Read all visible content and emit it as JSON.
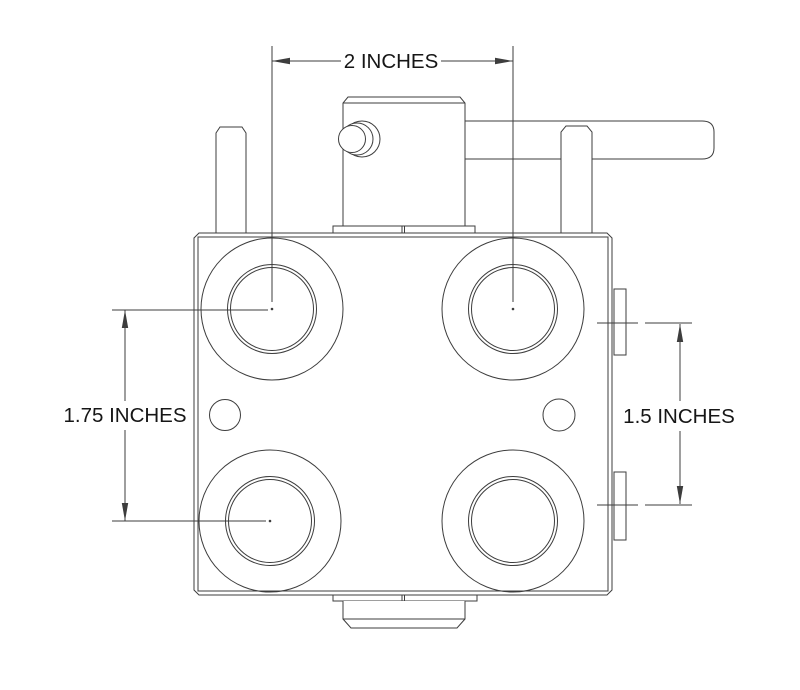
{
  "drawing": {
    "colors": {
      "background": "#ffffff",
      "line": "#3d3d3d",
      "text": "#161616"
    },
    "dimensions": {
      "top_width": {
        "label": "2 INCHES",
        "value": 2,
        "unit": "inches"
      },
      "left_height": {
        "label": "1.75 INCHES",
        "value": 1.75,
        "unit": "inches"
      },
      "right_height": {
        "label": "1.5 INCHES",
        "value": 1.5,
        "unit": "inches"
      }
    }
  }
}
